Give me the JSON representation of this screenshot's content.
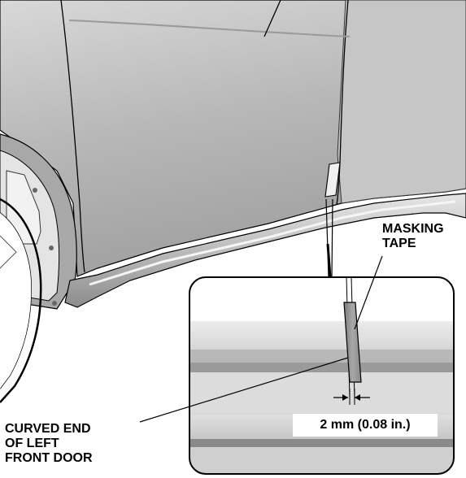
{
  "labels": {
    "masking_tape": [
      "MASKING",
      "TAPE"
    ],
    "curved_end": [
      "CURVED END",
      "OF LEFT",
      "FRONT DOOR"
    ],
    "dimension": "2 mm (0.08 in.)"
  },
  "colors": {
    "body_panel": "#b9b9b9",
    "body_panel_light": "#cfcfcf",
    "body_panel_dark": "#8e8e8e",
    "outline": "#000000",
    "tape": "#9a9a9a",
    "detail_background": "#d6d6d6"
  }
}
